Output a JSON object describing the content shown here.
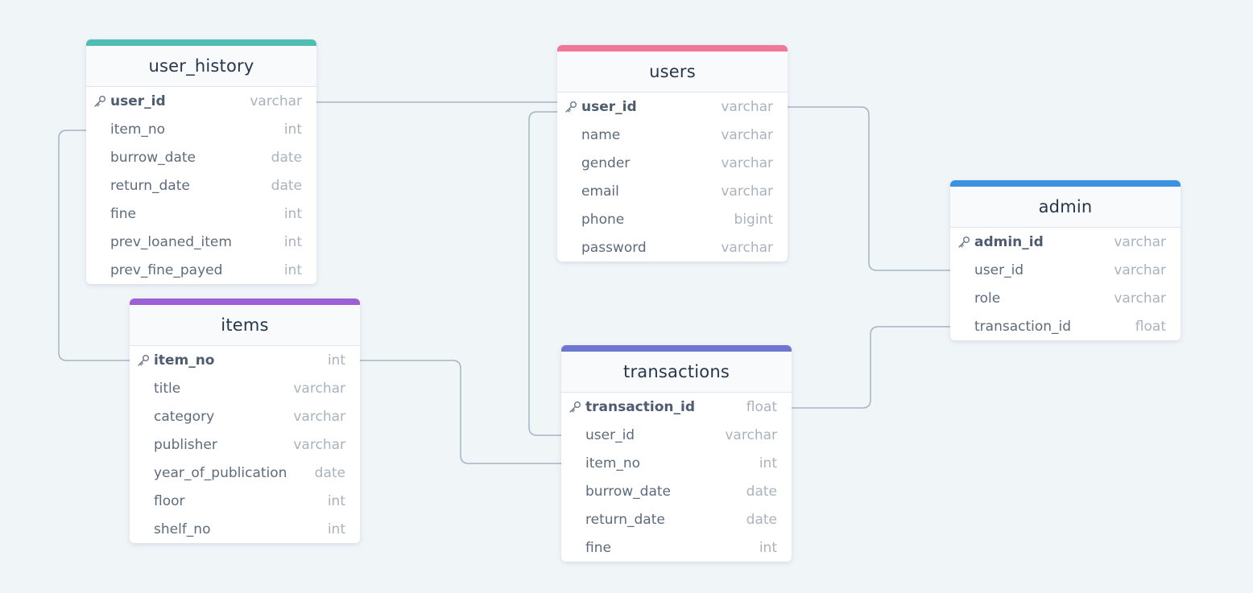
{
  "colors": {
    "background": "#f0f5f8",
    "connector": "#a6b3c2",
    "user_history": "#4fbdb2",
    "users": "#f07897",
    "admin": "#3d92e0",
    "items": "#9b5fd6",
    "transactions": "#6e76cf"
  },
  "icons": {
    "primary_key": "key-icon"
  },
  "tables": [
    {
      "id": "user_history",
      "name": "user_history",
      "fields": [
        {
          "name": "user_id",
          "type": "varchar",
          "pk": true
        },
        {
          "name": "item_no",
          "type": "int",
          "pk": false
        },
        {
          "name": "burrow_date",
          "type": "date",
          "pk": false
        },
        {
          "name": "return_date",
          "type": "date",
          "pk": false
        },
        {
          "name": "fine",
          "type": "int",
          "pk": false
        },
        {
          "name": "prev_loaned_item",
          "type": "int",
          "pk": false
        },
        {
          "name": "prev_fine_payed",
          "type": "int",
          "pk": false
        }
      ]
    },
    {
      "id": "users",
      "name": "users",
      "fields": [
        {
          "name": "user_id",
          "type": "varchar",
          "pk": true
        },
        {
          "name": "name",
          "type": "varchar",
          "pk": false
        },
        {
          "name": "gender",
          "type": "varchar",
          "pk": false
        },
        {
          "name": "email",
          "type": "varchar",
          "pk": false
        },
        {
          "name": "phone",
          "type": "bigint",
          "pk": false
        },
        {
          "name": "password",
          "type": "varchar",
          "pk": false
        }
      ]
    },
    {
      "id": "admin",
      "name": "admin",
      "fields": [
        {
          "name": "admin_id",
          "type": "varchar",
          "pk": true
        },
        {
          "name": "user_id",
          "type": "varchar",
          "pk": false
        },
        {
          "name": "role",
          "type": "varchar",
          "pk": false
        },
        {
          "name": "transaction_id",
          "type": "float",
          "pk": false
        }
      ]
    },
    {
      "id": "items",
      "name": "items",
      "fields": [
        {
          "name": "item_no",
          "type": "int",
          "pk": true
        },
        {
          "name": "title",
          "type": "varchar",
          "pk": false
        },
        {
          "name": "category",
          "type": "varchar",
          "pk": false
        },
        {
          "name": "publisher",
          "type": "varchar",
          "pk": false
        },
        {
          "name": "year_of_publication",
          "type": "date",
          "pk": false
        },
        {
          "name": "floor",
          "type": "int",
          "pk": false
        },
        {
          "name": "shelf_no",
          "type": "int",
          "pk": false
        }
      ]
    },
    {
      "id": "transactions",
      "name": "transactions",
      "fields": [
        {
          "name": "transaction_id",
          "type": "float",
          "pk": true
        },
        {
          "name": "user_id",
          "type": "varchar",
          "pk": false
        },
        {
          "name": "item_no",
          "type": "int",
          "pk": false
        },
        {
          "name": "burrow_date",
          "type": "date",
          "pk": false
        },
        {
          "name": "return_date",
          "type": "date",
          "pk": false
        },
        {
          "name": "fine",
          "type": "int",
          "pk": false
        }
      ]
    }
  ],
  "relationships": [
    {
      "from_table": "user_history",
      "from_field": "user_id",
      "to_table": "users",
      "to_field": "user_id"
    },
    {
      "from_table": "user_history",
      "from_field": "item_no",
      "to_table": "items",
      "to_field": "item_no"
    },
    {
      "from_table": "users",
      "from_field": "user_id",
      "to_table": "admin",
      "to_field": "user_id"
    },
    {
      "from_table": "users",
      "from_field": "user_id",
      "to_table": "transactions",
      "to_field": "user_id"
    },
    {
      "from_table": "items",
      "from_field": "item_no",
      "to_table": "transactions",
      "to_field": "item_no"
    },
    {
      "from_table": "transactions",
      "from_field": "transaction_id",
      "to_table": "admin",
      "to_field": "transaction_id"
    }
  ]
}
